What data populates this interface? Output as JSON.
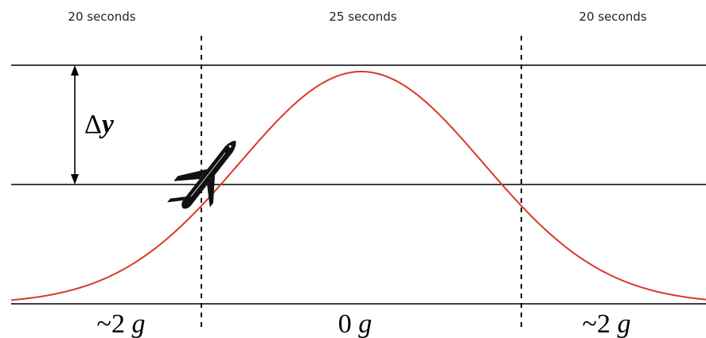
{
  "phases": [
    {
      "duration": "20 seconds",
      "gforce_prefix": "~2",
      "gforce_unit": "g"
    },
    {
      "duration": "25 seconds",
      "gforce_prefix": "0",
      "gforce_unit": "g"
    },
    {
      "duration": "20 seconds",
      "gforce_prefix": "~2",
      "gforce_unit": "g"
    }
  ],
  "height_marker": {
    "symbol": "Δ",
    "variable": "y"
  },
  "colors": {
    "trajectory": "#d9382c",
    "lines": "#000000",
    "aircraft": "#111111"
  },
  "icons": {
    "aircraft": "airplane-icon"
  }
}
